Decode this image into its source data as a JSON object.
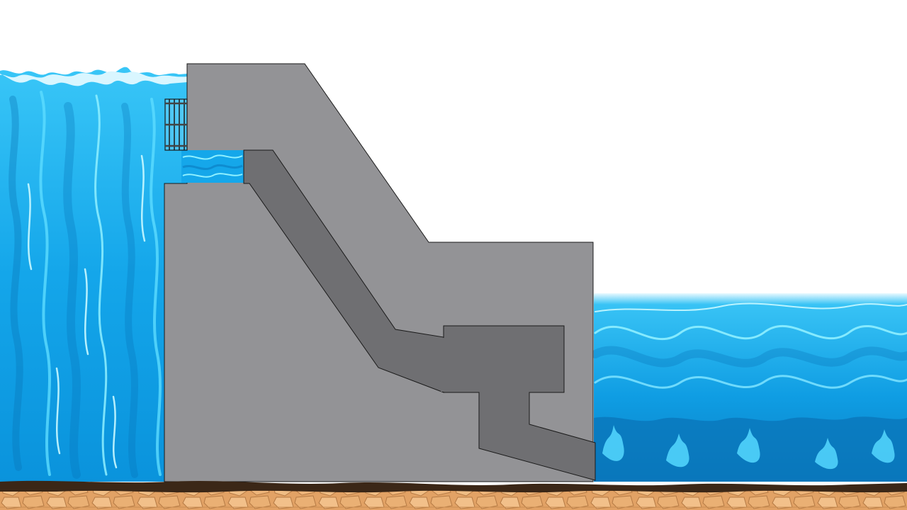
{
  "diagram": {
    "subject": "hydroelectric-dam-cross-section",
    "parts": [
      {
        "name": "upstream-reservoir"
      },
      {
        "name": "trash-rack-gate"
      },
      {
        "name": "intake-water"
      },
      {
        "name": "penstock"
      },
      {
        "name": "turbine-chamber"
      },
      {
        "name": "outflow-channel"
      },
      {
        "name": "dam-body"
      },
      {
        "name": "downstream-river"
      },
      {
        "name": "riverbed-ground"
      }
    ]
  },
  "colors": {
    "sky": "#ffffff",
    "water_deep": "#0a8fd8",
    "water_mid": "#22b4f2",
    "water_light": "#7fe4ff",
    "water_dark": "#0569a8",
    "concrete": "#929295",
    "concrete_dark": "#6e6e71",
    "outline": "#1a1a1a",
    "soil": "#3b2717",
    "rock": "#e8ac6c",
    "rock_dark": "#b87b40"
  }
}
